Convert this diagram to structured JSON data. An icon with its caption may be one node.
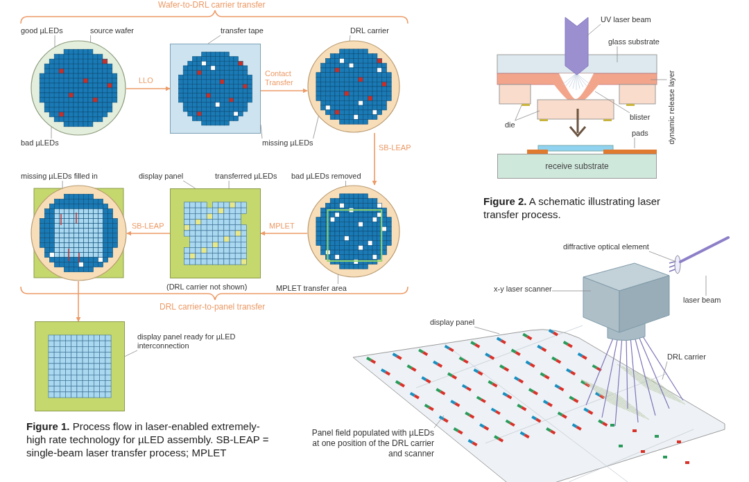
{
  "diagram": {
    "nodes": [
      {
        "text": [],
        "shape": "circle"
      },
      {
        "text": [],
        "shape": "box"
      },
      {
        "text": [],
        "shape": "circle"
      },
      {
        "text": [],
        "shape": "circle"
      },
      {
        "text": [],
        "shape": "box",
        "beside": [
          "(DRL carrier not shown)"
        ]
      },
      {
        "text": [],
        "shape": "circle"
      },
      {
        "text": [],
        "shape": "box"
      },
      {
        "text": [
          "good µLEDs"
        ]
      },
      {
        "text": [
          "source wafer"
        ]
      },
      {
        "text": [
          "bad µLEDs"
        ]
      },
      {
        "text": [
          "transfer tape"
        ]
      },
      {
        "text": [
          "DRL carrier"
        ]
      },
      {
        "text": [
          "missing µLEDs"
        ]
      },
      {
        "text": [
          "bad µLEDs removed"
        ]
      },
      {
        "text": [
          "MPLET transfer area"
        ]
      },
      {
        "text": [
          "transferred µLEDs"
        ]
      },
      {
        "text": [
          "display panel"
        ]
      },
      {
        "text": [
          "missing µLEDs filled in"
        ]
      },
      {
        "text": [
          "display panel ready for µLED interconnection"
        ]
      },
      {
        "text": [
          "UV laser beam"
        ]
      },
      {
        "text": [
          "glass substrate"
        ]
      },
      {
        "text": [
          "dynamic release layer"
        ]
      },
      {
        "text": [
          "blister"
        ]
      },
      {
        "text": [
          "die"
        ]
      },
      {
        "text": [
          "pads"
        ]
      },
      {
        "text": [
          "receive substrate"
        ]
      },
      {
        "text": [
          "diffractive optical element"
        ]
      },
      {
        "text": [
          "x-y laser scanner"
        ]
      },
      {
        "text": [
          "laser beam"
        ]
      },
      {
        "text": [
          "display panel"
        ]
      },
      {
        "text": [
          "DRL carrier"
        ]
      },
      {
        "text": [
          "Panel field populated with µLEDs at one position of the DRL carrier and scanner"
        ]
      }
    ],
    "edges": [
      {
        "from": 0,
        "to": 1,
        "arrow": "to",
        "label": "LLO",
        "color": "#ec9a66"
      },
      {
        "from": 1,
        "to": 2,
        "arrow": "to",
        "label": "Contact Transfer",
        "color": "#ec9a66"
      },
      {
        "from": 2,
        "to": 3,
        "arrow": "to",
        "label": "SB-LEAP",
        "color": "#ec9a66"
      },
      {
        "from": 3,
        "to": 4,
        "arrow": "to",
        "label": "MPLET",
        "color": "#ec9a66"
      },
      {
        "from": 4,
        "to": 5,
        "arrow": "to",
        "label": "SB-LEAP",
        "color": "#ec9a66"
      },
      {
        "from": 5,
        "to": 6,
        "arrow": "to",
        "color": "#ec9a66"
      },
      {
        "from": 7,
        "to": 0,
        "arrow": "none"
      },
      {
        "from": 8,
        "to": 0,
        "arrow": "none"
      },
      {
        "from": 9,
        "to": 0,
        "arrow": "none"
      },
      {
        "from": 10,
        "to": 1,
        "arrow": "none"
      },
      {
        "from": 11,
        "to": 2,
        "arrow": "none"
      },
      {
        "from": 12,
        "to": 1,
        "arrow": "none"
      },
      {
        "from": 12,
        "to": 2,
        "arrow": "none"
      },
      {
        "from": 13,
        "to": 3,
        "arrow": "none"
      },
      {
        "from": 14,
        "to": 3,
        "arrow": "none"
      },
      {
        "from": 15,
        "to": 4,
        "arrow": "none"
      },
      {
        "from": 16,
        "to": 4,
        "arrow": "none"
      },
      {
        "from": 17,
        "to": 5,
        "arrow": "none"
      },
      {
        "from": 18,
        "to": 6,
        "arrow": "none"
      },
      {
        "from": 19,
        "to": null,
        "arrow": "none"
      },
      {
        "from": 20,
        "to": null,
        "arrow": "none"
      },
      {
        "from": 21,
        "to": null,
        "arrow": "none"
      },
      {
        "from": 22,
        "to": null,
        "arrow": "none"
      },
      {
        "from": 23,
        "to": null,
        "arrow": "none"
      },
      {
        "from": 23,
        "to": null,
        "arrow": "none"
      },
      {
        "from": 24,
        "to": null,
        "arrow": "none"
      },
      {
        "from": 26,
        "to": null,
        "arrow": "none"
      },
      {
        "from": 27,
        "to": null,
        "arrow": "none"
      },
      {
        "from": 28,
        "to": null,
        "arrow": "none"
      },
      {
        "from": 29,
        "to": null,
        "arrow": "none"
      },
      {
        "from": 30,
        "to": null,
        "arrow": "none"
      },
      {
        "from": 31,
        "to": null,
        "arrow": "none"
      }
    ],
    "labels": [
      "Wafer-to-DRL carrier transfer",
      "DRL carrier-to-panel transfer",
      "**Figure 1.** Process flow in laser-enabled extremely-high rate technology for µLED assembly. SB-LEAP = single-beam laser transfer process; MPLET",
      "**Figure 2.** A schematic illustrating laser transfer process."
    ]
  }
}
